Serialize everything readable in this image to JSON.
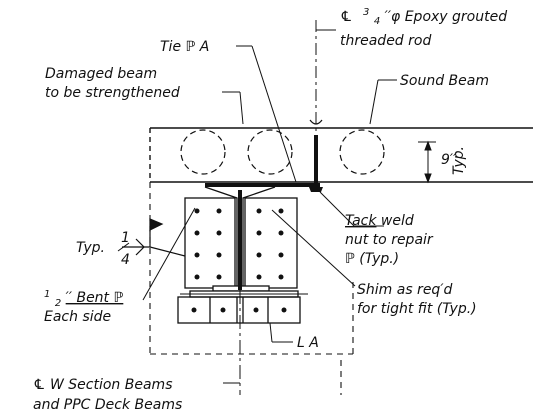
{
  "labels": {
    "rod_symbol": "℄",
    "rod_line1_frac_num": "3",
    "rod_line1_frac_den": "4",
    "rod_line1_rest": "′′φ Epoxy grouted",
    "rod_line2": "threaded rod",
    "tie_plate": "Tie ℙ A",
    "damaged_line1": "Damaged beam",
    "damaged_line2": "to be strengthened",
    "sound_beam": "Sound Beam",
    "dimension": "9′′",
    "dimension_typ": "Typ.",
    "tack_weld_1": "Tack",
    "tack_weld_1b": " weld",
    "tack_weld_2": "nut to repair",
    "tack_weld_3": "ℙ (Typ.)",
    "weld_typ": "Typ.",
    "weld_frac_num": "1",
    "weld_frac_den": "4",
    "bent_plate_num": "1",
    "bent_plate_den": "2",
    "bent_plate_1": "′′ Bent ℙ",
    "bent_plate_2": "Each side",
    "shim_1": "Shim as req′d",
    "shim_2": "for tight fit (Typ.)",
    "angle_label": "L A",
    "section_1": "℄ W Section Beams",
    "section_2": "and PPC Deck Beams"
  }
}
